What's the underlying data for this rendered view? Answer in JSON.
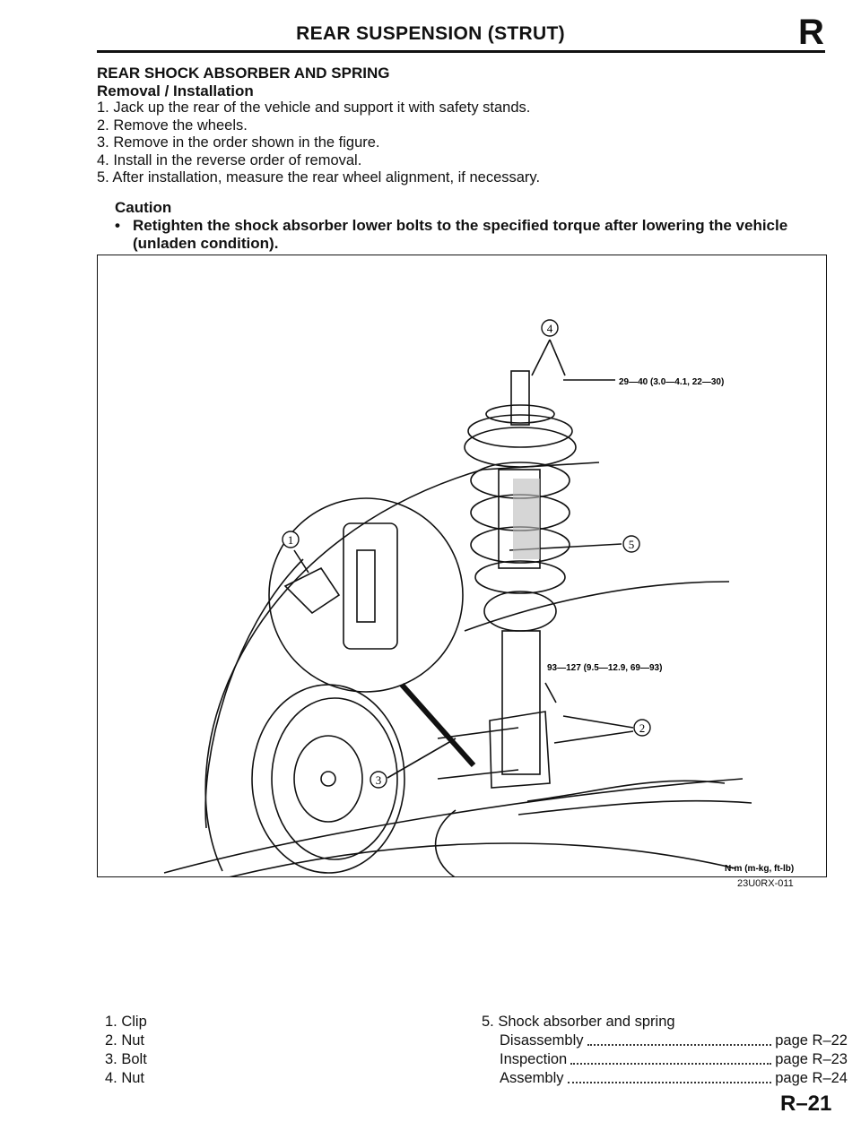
{
  "header": {
    "title": "REAR SUSPENSION (STRUT)",
    "section_letter": "R"
  },
  "section": {
    "title": "REAR SHOCK ABSORBER AND SPRING",
    "subtitle": "Removal / Installation",
    "steps": [
      "1. Jack up the rear of the vehicle and support it with safety stands.",
      "2. Remove the wheels.",
      "3. Remove in the order shown in the figure.",
      "4. Install in the reverse order of removal.",
      "5. After installation, measure the rear wheel alignment, if necessary."
    ]
  },
  "caution": {
    "title": "Caution",
    "bullet": "•",
    "text_line1": "Retighten the shock absorber lower bolts to the specified torque after lowering the vehicle",
    "text_line2": "(unladen condition)."
  },
  "figure": {
    "torque_top": "29—40 (3.0—4.1, 22—30)",
    "torque_lower": "93—127 (9.5—12.9, 69—93)",
    "units": "N·m (m-kg, ft-lb)",
    "figure_code": "23U0RX-011",
    "callouts": [
      "1",
      "2",
      "3",
      "4",
      "5"
    ]
  },
  "legend": {
    "items": [
      "1. Clip",
      "2. Nut",
      "3. Bolt",
      "4. Nut"
    ],
    "item5": "5. Shock absorber and spring",
    "subitems": [
      {
        "label": "Disassembly",
        "page": "page R–22"
      },
      {
        "label": "Inspection",
        "page": "page R–23"
      },
      {
        "label": "Assembly",
        "page": "page R–24"
      }
    ]
  },
  "page_number": "R–21"
}
